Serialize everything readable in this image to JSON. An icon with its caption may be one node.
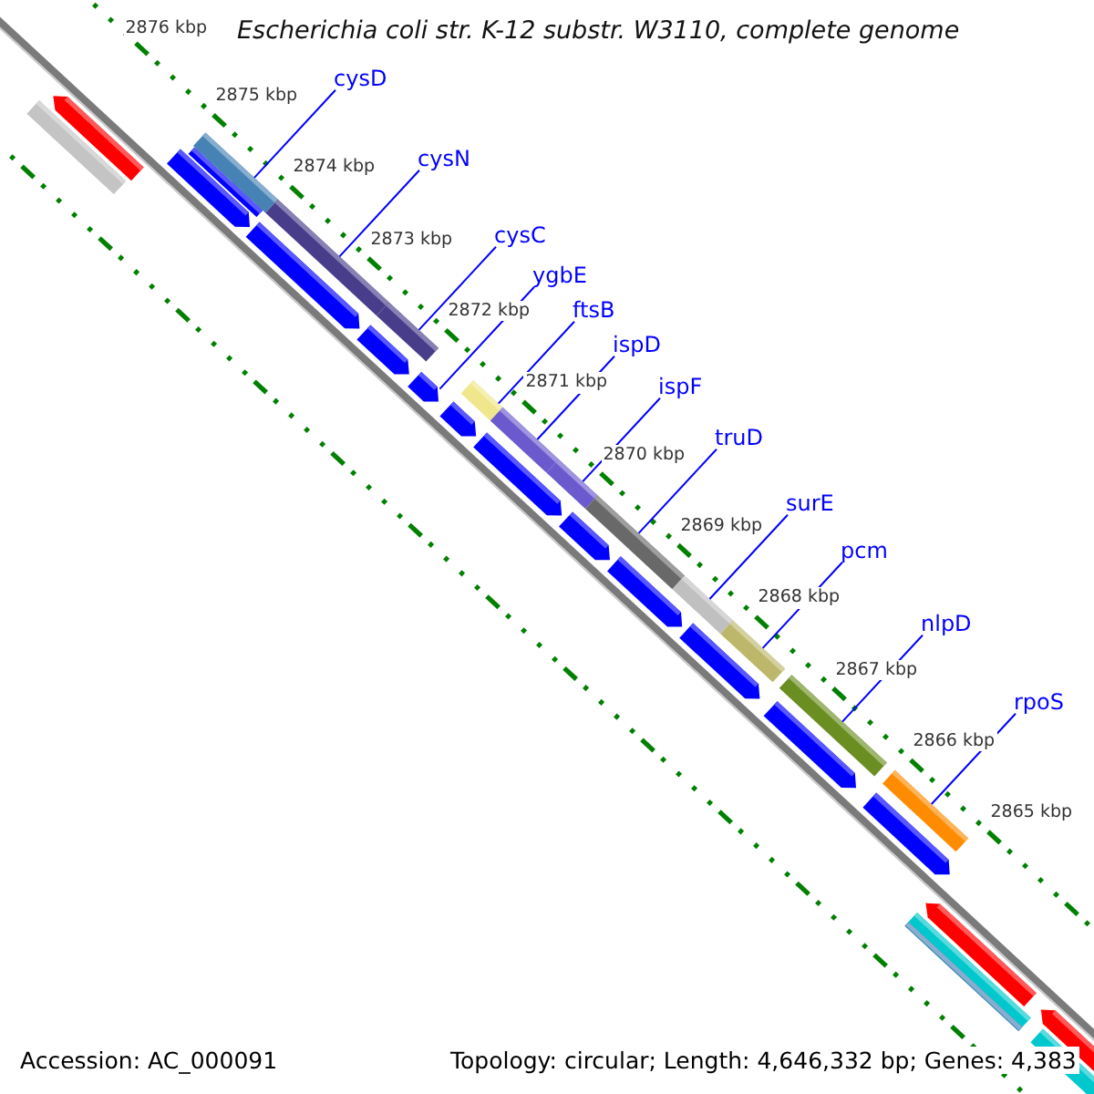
{
  "diagram": {
    "title": "Escherichia coli str. K-12 substr. W3110, complete genome",
    "nodes": [
      {
        "text": [
          "cysD"
        ]
      },
      {
        "text": [
          "cysN"
        ]
      },
      {
        "text": [
          "cysC"
        ]
      },
      {
        "text": [
          "ygbE"
        ]
      },
      {
        "text": [
          "ftsB"
        ]
      },
      {
        "text": [
          "ispD"
        ]
      },
      {
        "text": [
          "ispF"
        ]
      },
      {
        "text": [
          "truD"
        ]
      },
      {
        "text": [
          "surE"
        ]
      },
      {
        "text": [
          "pcm"
        ]
      },
      {
        "text": [
          "nlpD"
        ]
      },
      {
        "text": [
          "rpoS"
        ]
      },
      {
        "text": [],
        "shape": "bar"
      },
      {
        "text": [],
        "shape": "bar"
      },
      {
        "text": [],
        "shape": "bar"
      },
      {
        "text": [],
        "shape": "bar"
      },
      {
        "text": [],
        "shape": "bar"
      },
      {
        "text": [],
        "shape": "bar"
      },
      {
        "text": [],
        "shape": "bar"
      },
      {
        "text": [],
        "shape": "bar"
      },
      {
        "text": [],
        "shape": "bar"
      },
      {
        "text": [],
        "shape": "bar"
      },
      {
        "text": [],
        "shape": "bar"
      },
      {
        "text": [],
        "shape": "bar"
      }
    ],
    "edges": [
      {
        "from": 0,
        "to": 12,
        "arrow": "none"
      },
      {
        "from": 1,
        "to": 13,
        "arrow": "none"
      },
      {
        "from": 2,
        "to": 14,
        "arrow": "none"
      },
      {
        "from": 3,
        "to": 15,
        "arrow": "none"
      },
      {
        "from": 4,
        "to": 16,
        "arrow": "none"
      },
      {
        "from": 5,
        "to": 17,
        "arrow": "none"
      },
      {
        "from": 6,
        "to": 18,
        "arrow": "none"
      },
      {
        "from": 7,
        "to": 19,
        "arrow": "none"
      },
      {
        "from": 8,
        "to": 20,
        "arrow": "none"
      },
      {
        "from": 9,
        "to": 21,
        "arrow": "none"
      },
      {
        "from": 10,
        "to": 22,
        "arrow": "none"
      },
      {
        "from": 11,
        "to": 23,
        "arrow": "none"
      }
    ],
    "labels": [
      "2876 kbp",
      "2875 kbp",
      "2874 kbp",
      "2873 kbp",
      "2872 kbp",
      "2871 kbp",
      "2870 kbp",
      "2869 kbp",
      "2868 kbp",
      "2867 kbp",
      "2866 kbp",
      "2865 kbp",
      "Accession: AC_000091",
      "Topology: circular; Length: 4,646,332 bp; Genes: 4,383"
    ]
  }
}
